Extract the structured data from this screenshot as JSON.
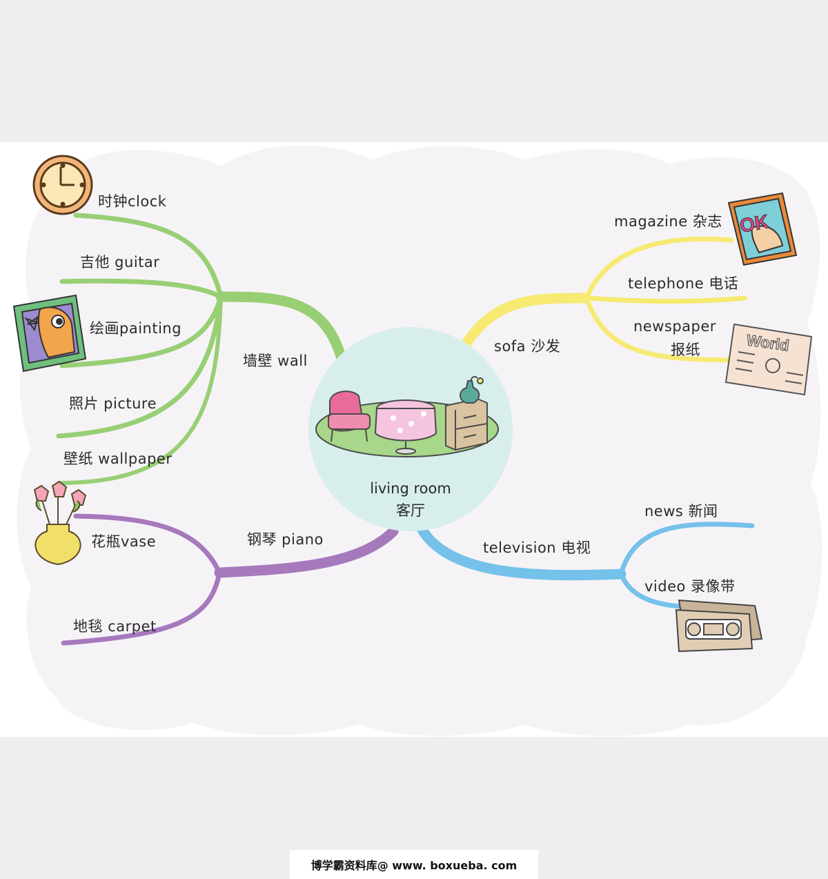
{
  "colors": {
    "wall_branch": "#98cf75",
    "sofa_branch": "#f6ea73",
    "piano_branch": "#a679bd",
    "television_branch": "#74c1e9",
    "center_circle": "#d7eeec",
    "cloud": "#f6f3f7",
    "background": "#efeeef"
  },
  "center": {
    "line1": "living room",
    "line2": "客厅"
  },
  "branches": {
    "wall": {
      "label": "墙壁 wall",
      "children": [
        "时钟clock",
        "吉他 guitar",
        "绘画painting",
        "照片 picture",
        "壁纸 wallpaper"
      ]
    },
    "sofa": {
      "label": "sofa 沙发",
      "children": [
        "magazine 杂志",
        "telephone 电话",
        "newspaper",
        "报纸"
      ]
    },
    "piano": {
      "label": "钢琴 piano",
      "children": [
        "花瓶vase",
        "地毯 carpet"
      ]
    },
    "television": {
      "label": "television 电视",
      "children": [
        "news 新闻",
        "video 录像带"
      ]
    }
  },
  "icons": {
    "clock": "clock-icon",
    "painting": "painting-icon",
    "vase": "vase-icon",
    "magazine": "magazine-icon",
    "newspaper": "newspaper-icon",
    "video": "video-tape-icon",
    "furniture": "living-room-furniture-icon"
  },
  "illustration_text": {
    "magazine_cover": "OK",
    "newspaper_title": "World"
  },
  "footer": "博学霸资料库@ www. boxueba. com"
}
